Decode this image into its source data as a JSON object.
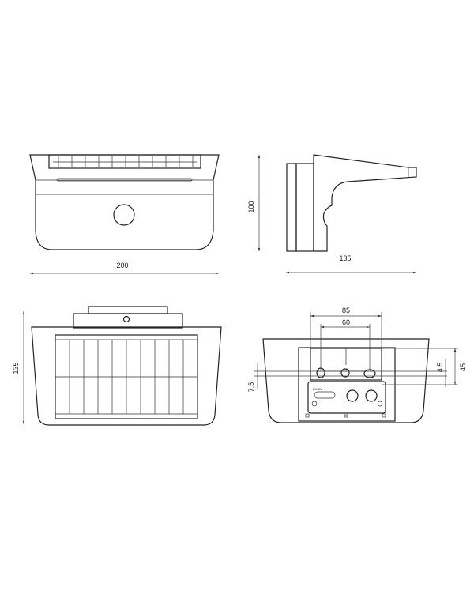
{
  "drawing": {
    "views": [
      "front-view",
      "side-view",
      "top-view",
      "back-view"
    ],
    "dimensions": {
      "front_width": "200",
      "side_height": "100",
      "side_depth": "135",
      "top_depth": "135",
      "hole_spacing_outer": "85",
      "hole_spacing_inner": "60",
      "hole_offset_small": "4.5",
      "bracket_height": "45",
      "hole_offset_left": "7.5"
    },
    "labels": {
      "power_rating": "DC 5V"
    }
  }
}
